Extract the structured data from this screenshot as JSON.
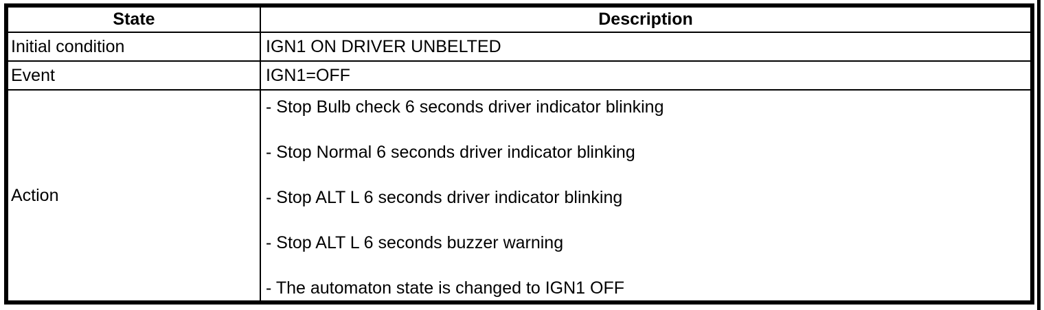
{
  "table": {
    "header": {
      "state": "State",
      "description": "Description"
    },
    "rows": [
      {
        "state": "Initial condition",
        "description_lines": [
          "IGN1 ON DRIVER UNBELTED"
        ]
      },
      {
        "state": "Event",
        "description_lines": [
          "IGN1=OFF"
        ]
      },
      {
        "state": "Action",
        "description_lines": [
          "- Stop Bulb check 6 seconds driver indicator blinking",
          "- Stop Normal 6 seconds driver indicator blinking",
          "- Stop ALT L 6 seconds driver indicator blinking",
          "- Stop ALT L 6 seconds buzzer warning",
          "- The automaton state is changed to IGN1 OFF"
        ]
      }
    ],
    "colors": {
      "border": "#000000",
      "background": "#ffffff",
      "text": "#000000"
    }
  }
}
